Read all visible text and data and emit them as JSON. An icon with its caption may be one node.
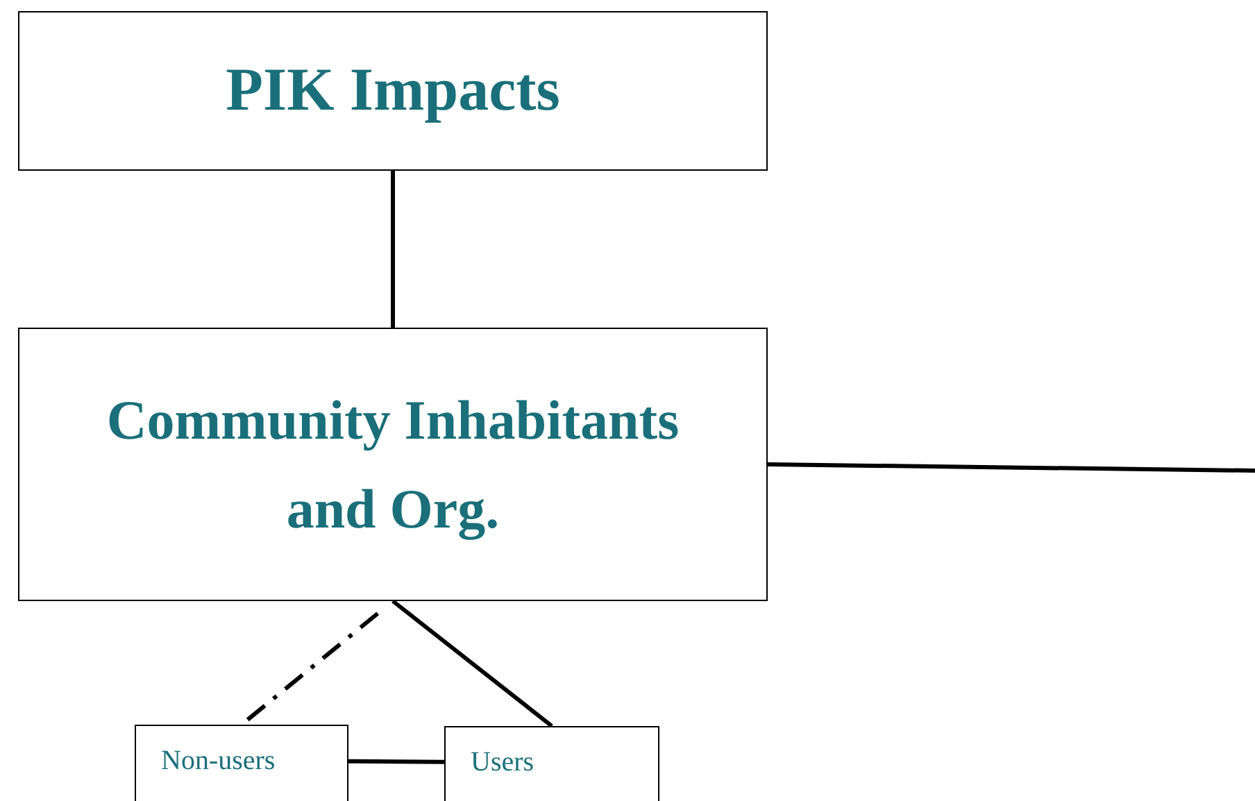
{
  "diagram": {
    "nodes": [
      {
        "text": [
          "PIK Impacts"
        ]
      },
      {
        "text": [
          "Community Inhabitants and Org."
        ]
      },
      {
        "text": [
          "Non-users"
        ]
      },
      {
        "text": [
          "Users"
        ]
      }
    ],
    "edges": [
      {
        "from": 0,
        "to": 1,
        "arrow": "none"
      },
      {
        "from": 1,
        "to": null,
        "arrow": "none"
      },
      {
        "from": 1,
        "to": 2,
        "arrow": "none",
        "style": "dashed"
      },
      {
        "from": 1,
        "to": 3,
        "arrow": "none"
      },
      {
        "from": 2,
        "to": 3,
        "arrow": "none"
      }
    ]
  }
}
